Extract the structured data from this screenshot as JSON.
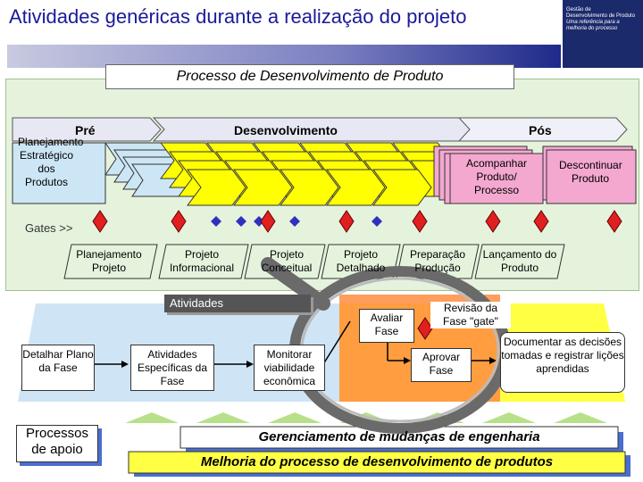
{
  "title": "Atividades genéricas durante a realização do projeto",
  "logo": {
    "lines": [
      "Gestão de",
      "Desenvolvimento de Produto",
      "Uma referência para a melhoria do processo"
    ]
  },
  "process_title": "Processo de Desenvolvimento de Produto",
  "phase_groups": {
    "pre": "Pré",
    "dev": "Desenvolvimento",
    "pos": "Pós"
  },
  "pre_box": "Planejamento Estratégico dos Produtos",
  "pos_boxes": {
    "acompanhar": "Acompanhar Produto/ Processo",
    "descontinuar": "Descontinuar Produto"
  },
  "gates_label": "Gates >>",
  "phases": [
    "Planejamento Projeto",
    "Projeto Informacional",
    "Projeto Conceitual",
    "Projeto Detalhado",
    "Preparação Produção",
    "Lançamento do Produto"
  ],
  "activities_label": "Atividades",
  "flow": {
    "detalhar": "Detalhar Plano da Fase",
    "especificas": "Atividades Específicas da Fase",
    "monitorar": "Monitorar viabilidade econômica",
    "avaliar": "Avaliar Fase",
    "revisao": "Revisão da Fase \"gate\"",
    "aprovar": "Aprovar Fase",
    "documentar": "Documentar as decisões tomadas e registrar lições aprendidas"
  },
  "support_label": "Processos de apoio",
  "bars": {
    "gerenciamento": "Gerenciamento de mudanças de engenharia",
    "melhoria": "Melhoria do processo de desenvolvimento de produtos"
  },
  "colors": {
    "title_text": "#1a1a99",
    "panel_green": "#e5f3dd",
    "chevron_yellow": "#ffff00",
    "chevron_blue": "#cce6f5",
    "pos_pink": "#f4a8d0",
    "gate_red": "#e02020",
    "gate_blue": "#3030c0",
    "bottom_yellow": "#ffff44",
    "bottom_blue": "#4a6ecf"
  },
  "icons": [
    "gate-diamond-icon",
    "magnifier-icon",
    "arrow-icon"
  ]
}
